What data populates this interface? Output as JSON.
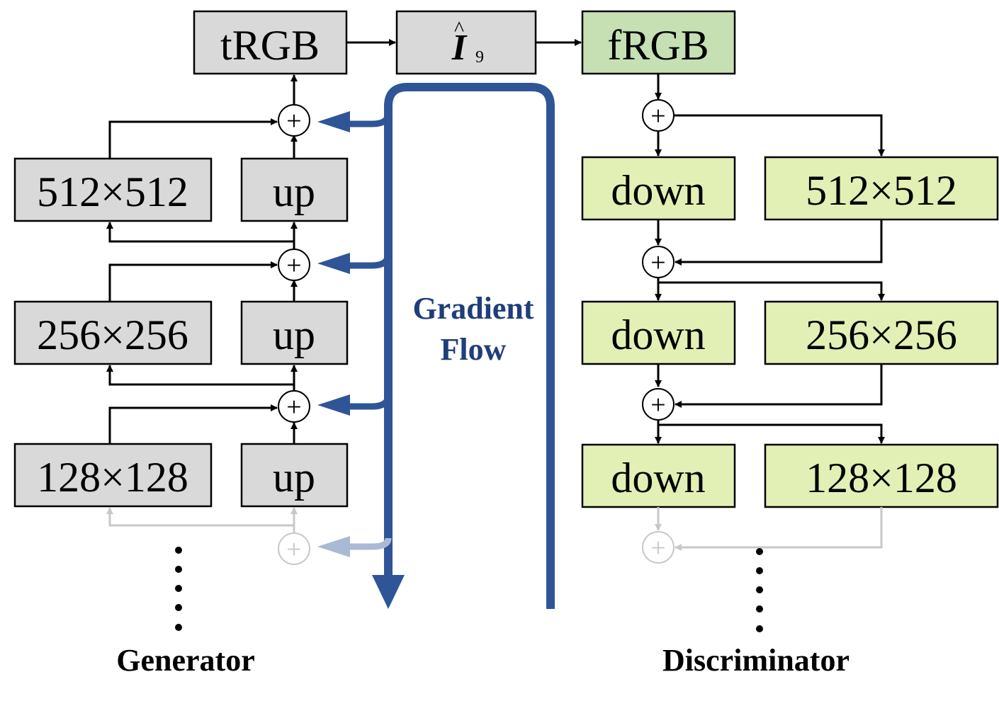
{
  "generator": {
    "title": "Generator",
    "trgb_label": "tRGB",
    "blocks": [
      {
        "res": "512×512",
        "op": "up"
      },
      {
        "res": "256×256",
        "op": "up"
      },
      {
        "res": "128×128",
        "op": "up"
      }
    ],
    "add_symbol": "+",
    "continuation": "⋮"
  },
  "image_node": {
    "symbol": "I",
    "hat": "^",
    "subscript": "9"
  },
  "gradient_flow": {
    "line1": "Gradient",
    "line2": "Flow"
  },
  "discriminator": {
    "title": "Discriminator",
    "frgb_label": "fRGB",
    "blocks": [
      {
        "op": "down",
        "res": "512×512"
      },
      {
        "op": "down",
        "res": "256×256"
      },
      {
        "op": "down",
        "res": "128×128"
      }
    ],
    "add_symbol": "+"
  },
  "colors": {
    "gray_box": "#d9d9d9",
    "frgb_box": "#c6e0b4",
    "disc_box": "#e2f0b6",
    "gradient_blue": "#2f5597"
  }
}
